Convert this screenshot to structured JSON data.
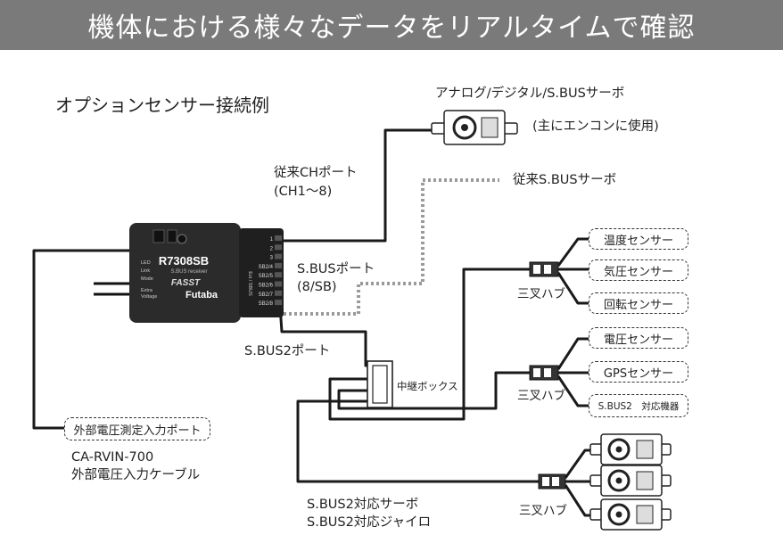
{
  "banner": {
    "title": "機体における様々なデータをリアルタイムで確認"
  },
  "heading": "オプションセンサー接続例",
  "receiver": {
    "model": "R7308SB",
    "subtitle": "S.BUS receiver",
    "brand": "Futaba",
    "fasst": "FASST",
    "left_labels": [
      "LED",
      "Link",
      "Mode",
      "Extra",
      "Voltage"
    ],
    "side_label": "Ext / SBUS",
    "ports": [
      "1",
      "2",
      "3",
      "SB2/4",
      "SB2/5",
      "SB2/6",
      "SB2/7",
      "SB2/8"
    ]
  },
  "labels": {
    "analog_servo": "アナログ/デジタル/S.BUSサーボ",
    "aircon_use": "(主にエンコンに使用)",
    "ch_port_line1": "従来CHポート",
    "ch_port_line2": "(CH1〜8)",
    "legacy_sbus": "従来S.BUSサーボ",
    "sbus_port_line1": "S.BUSポート",
    "sbus_port_line2": "(8/SB)",
    "sbus2_port": "S.BUS2ポート",
    "relay_box": "中継ボックス",
    "ext_voltage_port": "外部電圧測定入力ポート",
    "cable_model": "CA-RVIN-700",
    "cable_name": "外部電圧入力ケーブル",
    "sbus2_servo": "S.BUS2対応サーボ",
    "sbus2_gyro": "S.BUS2対応ジャイロ"
  },
  "hubs": [
    "三叉ハブ",
    "三叉ハブ",
    "三叉ハブ"
  ],
  "sensors_group1": [
    "温度センサー",
    "気圧センサー",
    "回転センサー"
  ],
  "sensors_group2": [
    "電圧センサー",
    "GPSセンサー",
    "S.BUS2　対応機器"
  ],
  "colors": {
    "banner": "#7a7a7a",
    "wire": "#1a1a1a",
    "dotted_wire": "#9a9a9a",
    "receiver": "#2b2b2b"
  }
}
